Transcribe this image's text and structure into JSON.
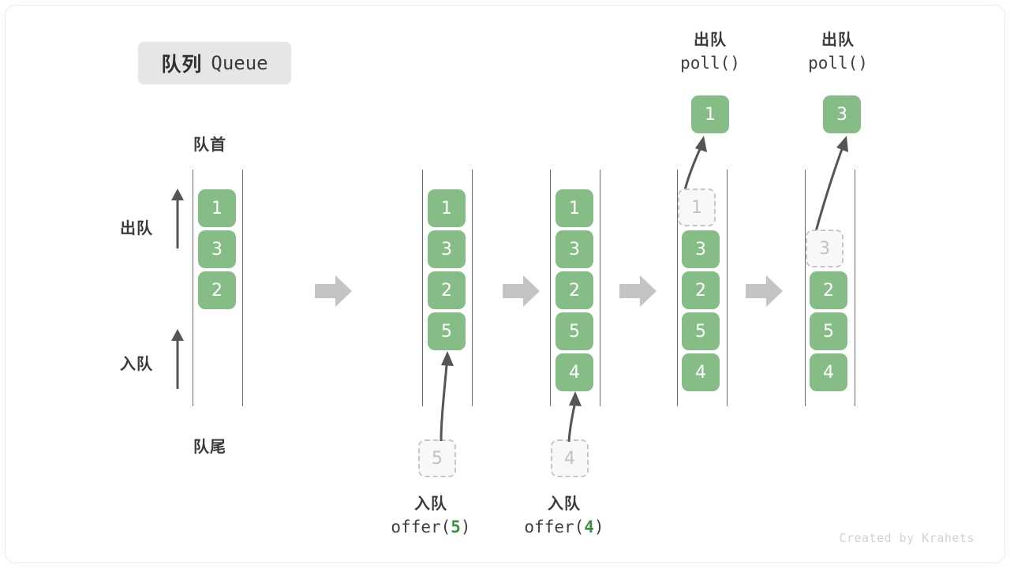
{
  "title": {
    "cn": "队列",
    "en": "Queue"
  },
  "labels": {
    "front": "队首",
    "rear": "队尾",
    "dequeue": "出队",
    "enqueue": "入队"
  },
  "operations": [
    {
      "cn": "入队",
      "fn": "offer(",
      "arg": "5",
      "close": ")"
    },
    {
      "cn": "入队",
      "fn": "offer(",
      "arg": "4",
      "close": ")"
    },
    {
      "cn": "出队",
      "fn": "poll(",
      "arg": "",
      "close": ")"
    },
    {
      "cn": "出队",
      "fn": "poll(",
      "arg": "",
      "close": ")"
    }
  ],
  "queues": [
    {
      "name": "initial-state",
      "cells": [
        {
          "value": "1",
          "state": "solid",
          "slot": 0
        },
        {
          "value": "3",
          "state": "solid",
          "slot": 1
        },
        {
          "value": "2",
          "state": "solid",
          "slot": 2
        }
      ]
    },
    {
      "name": "after-offer-5",
      "cells": [
        {
          "value": "1",
          "state": "solid",
          "slot": 0
        },
        {
          "value": "3",
          "state": "solid",
          "slot": 1
        },
        {
          "value": "2",
          "state": "solid",
          "slot": 2
        },
        {
          "value": "5",
          "state": "solid",
          "slot": 3
        }
      ],
      "incoming": {
        "value": "5",
        "state": "ghost"
      }
    },
    {
      "name": "after-offer-4",
      "cells": [
        {
          "value": "1",
          "state": "solid",
          "slot": 0
        },
        {
          "value": "3",
          "state": "solid",
          "slot": 1
        },
        {
          "value": "2",
          "state": "solid",
          "slot": 2
        },
        {
          "value": "5",
          "state": "solid",
          "slot": 3
        },
        {
          "value": "4",
          "state": "solid",
          "slot": 4
        }
      ],
      "incoming": {
        "value": "4",
        "state": "ghost"
      }
    },
    {
      "name": "after-poll-1",
      "cells": [
        {
          "value": "1",
          "state": "ghost",
          "slot": 0
        },
        {
          "value": "3",
          "state": "solid",
          "slot": 1
        },
        {
          "value": "2",
          "state": "solid",
          "slot": 2
        },
        {
          "value": "5",
          "state": "solid",
          "slot": 3
        },
        {
          "value": "4",
          "state": "solid",
          "slot": 4
        }
      ],
      "outgoing": {
        "value": "1",
        "state": "solid"
      }
    },
    {
      "name": "after-poll-3",
      "cells": [
        {
          "value": "3",
          "state": "ghost",
          "slot": 1
        },
        {
          "value": "2",
          "state": "solid",
          "slot": 2
        },
        {
          "value": "5",
          "state": "solid",
          "slot": 3
        },
        {
          "value": "4",
          "state": "solid",
          "slot": 4
        }
      ],
      "outgoing": {
        "value": "3",
        "state": "solid"
      }
    }
  ],
  "colors": {
    "element": "#86bd86",
    "ghost_fill": "#f8f8f8",
    "ghost_border": "#c6c6c6",
    "arrow": "#555555",
    "step_arrow": "#c4c4c4",
    "badge_bg": "#e6e6e6",
    "code_accent": "#3f9142"
  },
  "footer": "Created by Krahets"
}
